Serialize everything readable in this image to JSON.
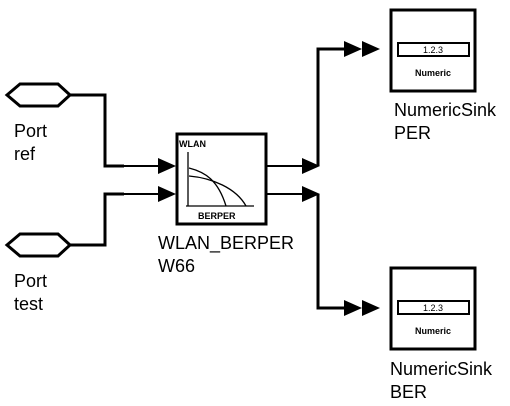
{
  "ports": [
    {
      "name_text": "Port",
      "id_text": "ref"
    },
    {
      "name_text": "Port",
      "id_text": "test"
    }
  ],
  "berper": {
    "icon_title": "WLAN",
    "icon_caption": "BERPER",
    "instance_name": "WLAN_BERPER",
    "instance_id": "W66"
  },
  "sinks": [
    {
      "display": "1.2.3",
      "caption": "Numeric",
      "name_text": "NumericSink",
      "id_text": "PER"
    },
    {
      "display": "1.2.3",
      "caption": "Numeric",
      "name_text": "NumericSink",
      "id_text": "BER"
    }
  ]
}
